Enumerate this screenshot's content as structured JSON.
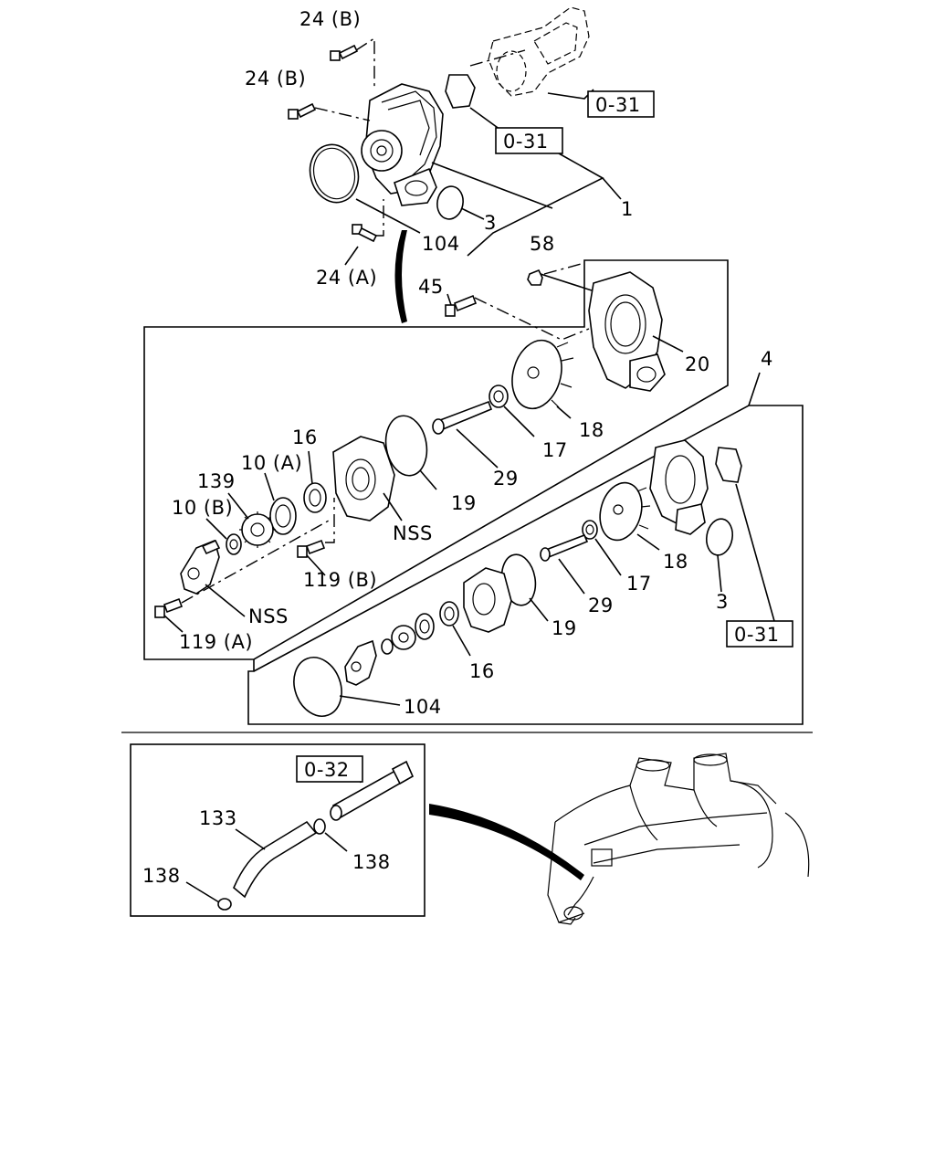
{
  "callouts": {
    "c24b_top": "24 (B)",
    "c24b_mid": "24 (B)",
    "c24a": "24 (A)",
    "c1": "1",
    "c3_top": "3",
    "c104_top": "104",
    "c58": "58",
    "c45": "45",
    "c20": "20",
    "c4": "4",
    "c18_a": "18",
    "c17_a": "17",
    "c29_a": "29",
    "c19_a": "19",
    "c16_a": "16",
    "c10a": "10 (A)",
    "c139": "139",
    "c10b": "10 (B)",
    "c119b": "119 (B)",
    "c119a": "119 (A)",
    "cnss1": "NSS",
    "cnss2": "NSS",
    "c18_b": "18",
    "c17_b": "17",
    "c29_b": "29",
    "c19_b": "19",
    "c16_b": "16",
    "c3_b": "3",
    "c104_b": "104",
    "c133": "133",
    "c138_a": "138",
    "c138_b": "138"
  },
  "references": {
    "ref_031_a": "0-31",
    "ref_031_b": "0-31",
    "ref_031_c": "0-31",
    "ref_032": "0-32"
  }
}
